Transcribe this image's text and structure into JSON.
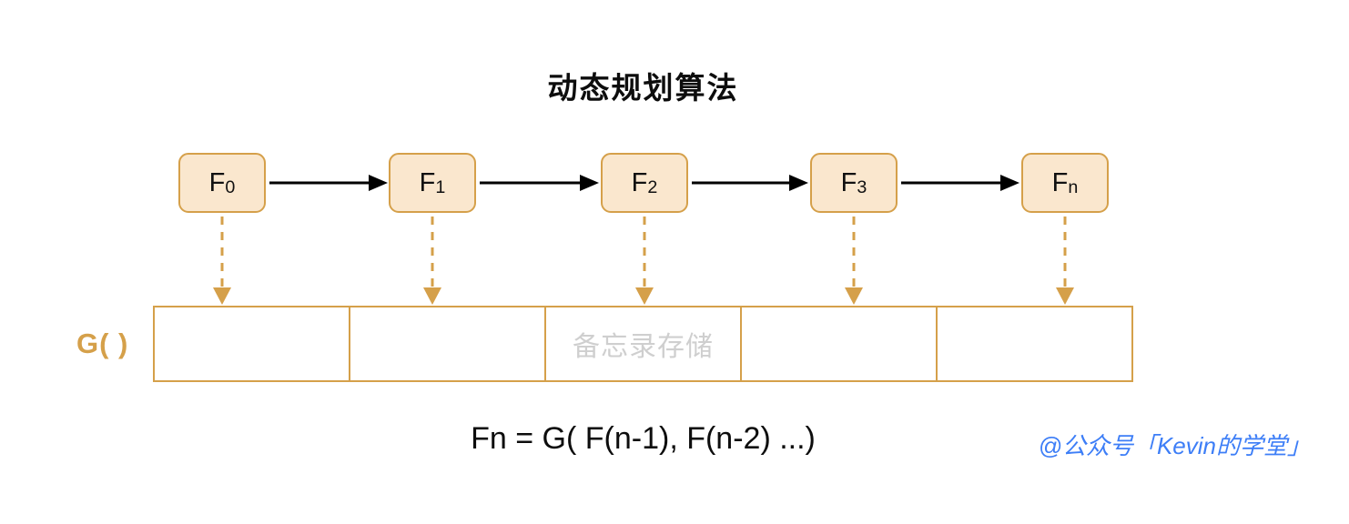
{
  "title": "动态规划算法",
  "nodes": [
    {
      "base": "F",
      "sub": "0"
    },
    {
      "base": "F",
      "sub": "1"
    },
    {
      "base": "F",
      "sub": "2"
    },
    {
      "base": "F",
      "sub": "3"
    },
    {
      "base": "F",
      "sub": "n"
    }
  ],
  "memo": {
    "function_label": "G( )",
    "cells": [
      "",
      "",
      "备忘录存储",
      "",
      ""
    ]
  },
  "formula": "Fn = G( F(n-1), F(n-2) ...)",
  "watermark": "@公众号「Kevin的学堂」",
  "colors": {
    "accent_orange": "#D5A04A",
    "box_fill": "#FAE7CE",
    "memo_placeholder_gray": "#CFCFCF",
    "arrow_black": "#000000",
    "watermark_blue": "#3D7EF7"
  },
  "icons": {
    "flow_arrow": "solid right arrow between F nodes",
    "memo_arrow": "dashed down arrow from node to memo cell"
  }
}
